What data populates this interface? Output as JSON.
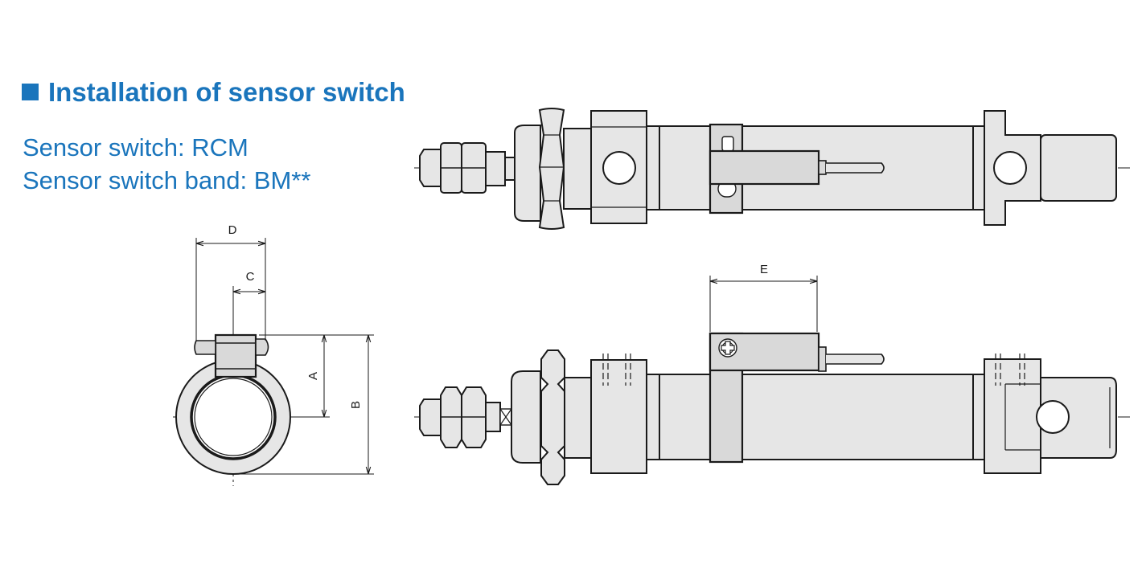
{
  "title": "Installation of sensor switch",
  "subtitle_lines": [
    "Sensor switch: RCM",
    "Sensor switch band: BM**"
  ],
  "dimension_labels": {
    "A": "A",
    "B": "B",
    "C": "C",
    "D": "D",
    "E": "E"
  },
  "colors": {
    "accent": "#1a75bc",
    "line": "#1a1a1a",
    "part_fill": "#e6e6e6",
    "switch_fill": "#d9d9d9"
  },
  "icons": {
    "title_marker": "square-bullet-icon"
  }
}
